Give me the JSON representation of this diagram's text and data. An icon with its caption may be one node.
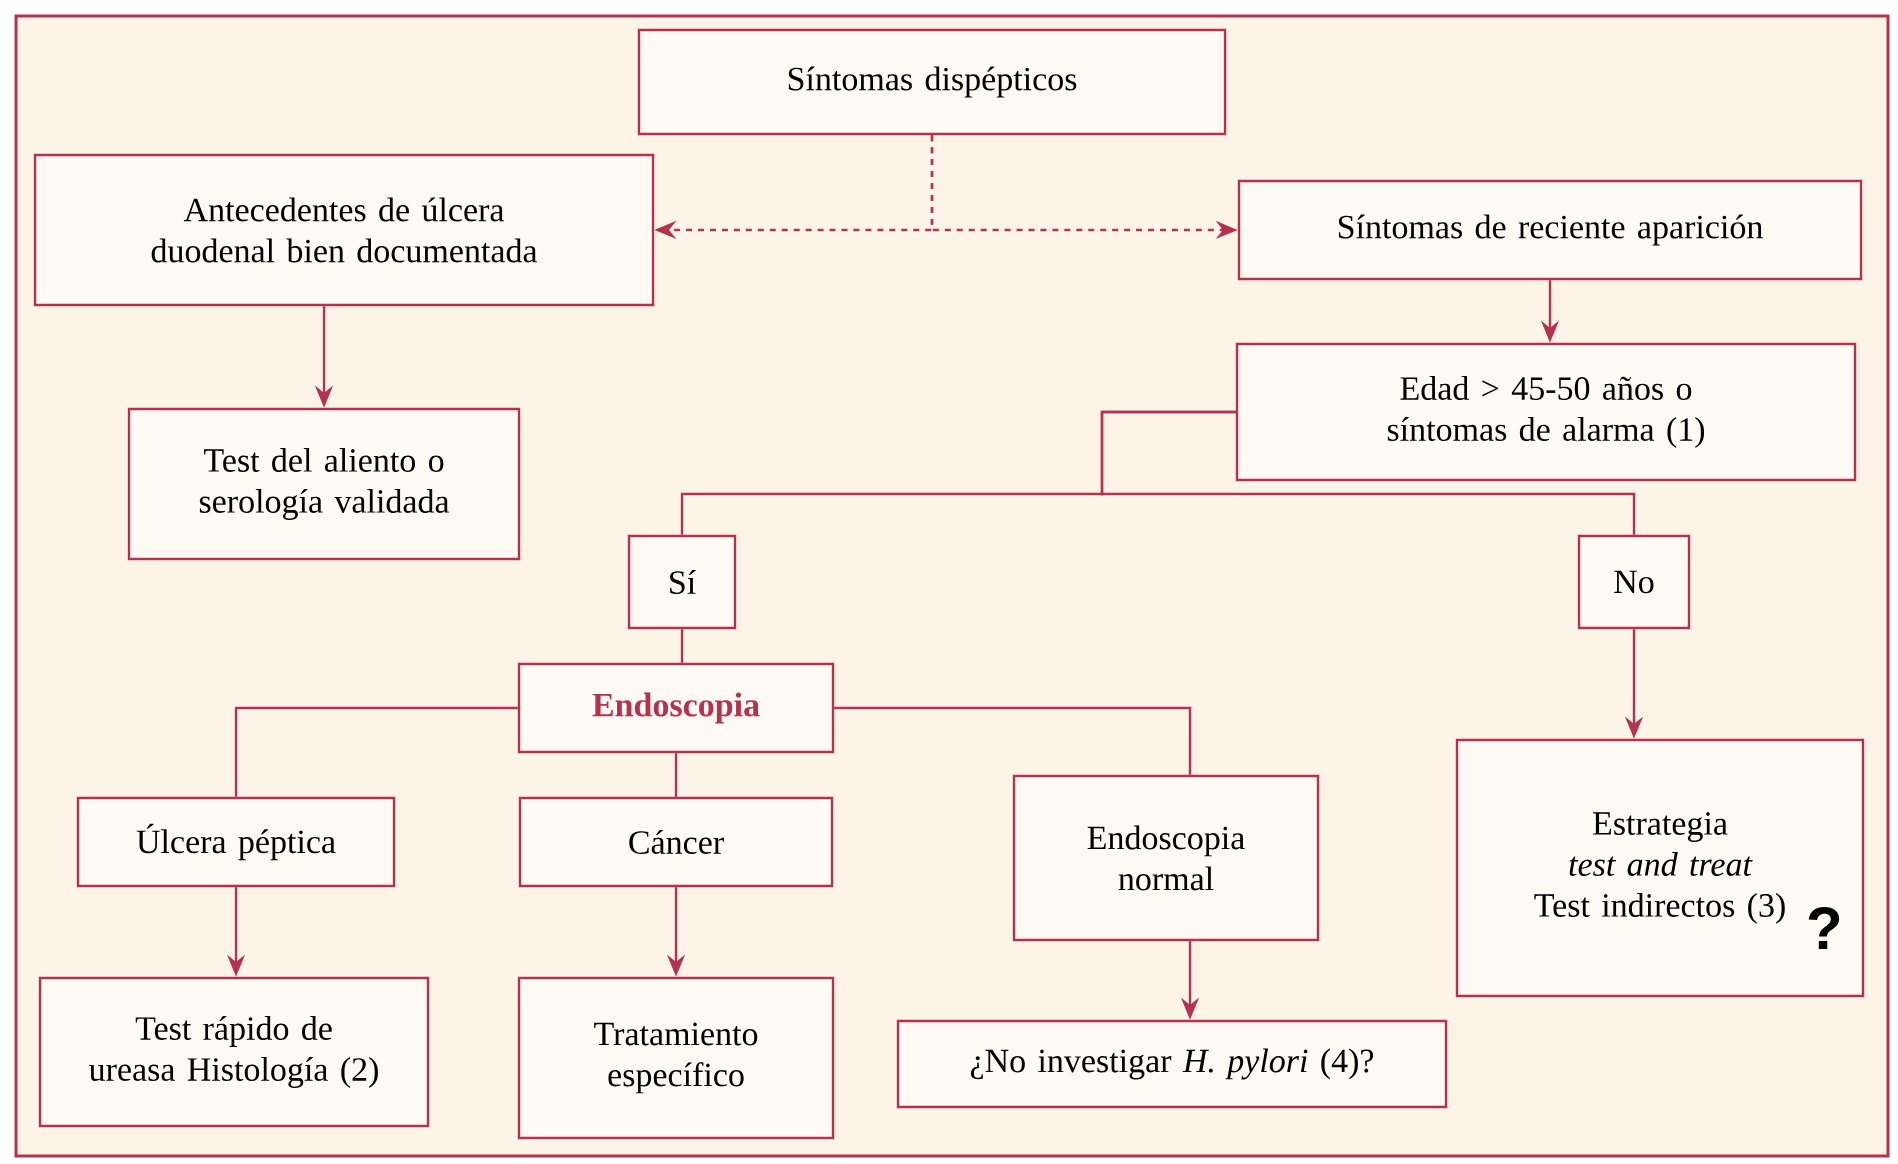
{
  "diagram": {
    "nodes": [
      {
        "text": [
          "Síntomas dispépticos"
        ]
      },
      {
        "text": [
          "Antecedentes de úlcera duodenal bien documentada"
        ]
      },
      {
        "text": [
          "Síntomas de reciente aparición"
        ]
      },
      {
        "text": [
          "Test del aliento o serología validada"
        ]
      },
      {
        "text": [
          "Edad > 45-50 años o síntomas de alarma (1)"
        ]
      },
      {
        "text": [
          "Sí"
        ]
      },
      {
        "text": [
          "No"
        ]
      },
      {
        "text": [
          "Endoscopia"
        ]
      },
      {
        "text": [
          "Úlcera péptica"
        ]
      },
      {
        "text": [
          "Cáncer"
        ]
      },
      {
        "text": [
          "Endoscopia normal"
        ]
      },
      {
        "text": [
          "Estrategia",
          "test and treat",
          "Test indirectos (3)",
          "?"
        ]
      },
      {
        "text": [
          "Test rápido de ureasa Histología (2)"
        ]
      },
      {
        "text": [
          "Tratamiento específico"
        ]
      },
      {
        "text": [
          "¿No investigar *H. pylori* (4)?"
        ]
      }
    ],
    "edges": [
      {
        "from": 0,
        "to": 1,
        "arrow": "to",
        "style": "dashed"
      },
      {
        "from": 0,
        "to": 2,
        "arrow": "to",
        "style": "dashed"
      },
      {
        "from": 1,
        "to": 3,
        "arrow": "to"
      },
      {
        "from": 2,
        "to": 4,
        "arrow": "to"
      },
      {
        "from": 4,
        "to": 5,
        "arrow": "none"
      },
      {
        "from": 4,
        "to": 6,
        "arrow": "none"
      },
      {
        "from": 5,
        "to": 7,
        "arrow": "none"
      },
      {
        "from": 7,
        "to": 8,
        "arrow": "none"
      },
      {
        "from": 7,
        "to": 9,
        "arrow": "none"
      },
      {
        "from": 7,
        "to": 10,
        "arrow": "none"
      },
      {
        "from": 6,
        "to": 11,
        "arrow": "to"
      },
      {
        "from": 8,
        "to": 12,
        "arrow": "to"
      },
      {
        "from": 9,
        "to": 13,
        "arrow": "to"
      },
      {
        "from": 10,
        "to": 14,
        "arrow": "to"
      }
    ]
  }
}
